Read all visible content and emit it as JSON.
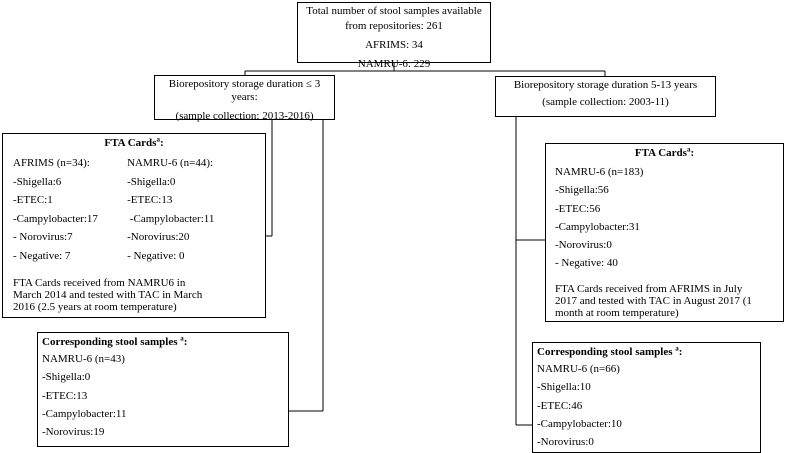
{
  "total": {
    "line1": "Total number of stool samples available",
    "line2": "from repositories: 261",
    "afrims": "AFRIMS: 34",
    "namru": "NAMRU-6: 229"
  },
  "short_term": {
    "line1": "Biorepository storage duration ≤ 3",
    "line2": "years:",
    "line3": "(sample collection: 2013-2016)"
  },
  "long_term": {
    "line1": "Biorepository storage duration 5-13 years",
    "line2": "(sample collection: 2003-11)"
  },
  "fta_short": {
    "title": "FTA Cards",
    "superscript": "a",
    "title_suffix": ":",
    "col_afrims": [
      "AFRIMS (n=34):",
      "-Shigella:6",
      "-ETEC:1",
      "-Campylobacter:17",
      "- Norovirus:7",
      "- Negative: 7"
    ],
    "col_namru": [
      "NAMRU-6 (n=44):",
      "-Shigella:0",
      "-ETEC:13",
      " -Campylobacter:11",
      "-Norovirus:20",
      "- Negative: 0"
    ],
    "note": [
      "FTA Cards received from NAMRU6 in",
      "March 2014 and tested with TAC in March",
      "2016 (2.5 years at room temperature)"
    ]
  },
  "fta_long": {
    "title": "FTA Cards",
    "superscript": "a",
    "title_suffix": ":",
    "rows": [
      "NAMRU-6 (n=183)",
      "-Shigella:56",
      "-ETEC:56",
      "-Campylobacter:31",
      "-Norovirus:0",
      "- Negative: 40"
    ],
    "note": [
      "FTA Cards received from AFRIMS in July",
      "2017 and tested with TAC in August 2017 (1",
      "month at room temperature)"
    ]
  },
  "stool_short": {
    "title": "Corresponding stool samples",
    "superscript": "a",
    "title_suffix": ":",
    "rows": [
      "NAMRU-6 (n=43)",
      "-Shigella:0",
      "-ETEC:13",
      "-Campylobacter:11",
      "-Norovirus:19"
    ]
  },
  "stool_long": {
    "title": "Corresponding stool samples",
    "superscript": "a",
    "title_suffix": ":",
    "rows": [
      "NAMRU-6 (n=66)",
      "-Shigella:10",
      "-ETEC:46",
      "-Campylobacter:10",
      "-Norovirus:0"
    ]
  }
}
